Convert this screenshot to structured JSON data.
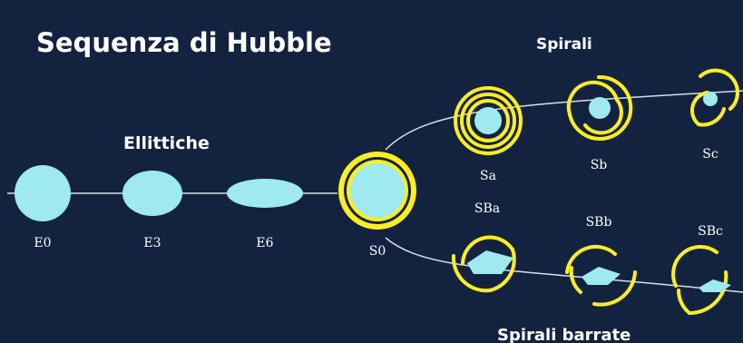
{
  "title": "Sequenza di Hubble",
  "groups": {
    "elliptical": "Ellittiche",
    "spiral": "Spirali",
    "barred_spiral": "Spirali barrate"
  },
  "galaxies": {
    "e0": "E0",
    "e3": "E3",
    "e6": "E6",
    "s0": "S0",
    "sa": "Sa",
    "sb": "Sb",
    "sc": "Sc",
    "sba": "SBa",
    "sbb": "SBb",
    "sbc": "SBc"
  },
  "colors": {
    "background": "#13233f",
    "galaxy_core": "#9eeaee",
    "spiral_arms": "#ffee22",
    "line": "#d8dde8",
    "text": "#ffffff"
  }
}
